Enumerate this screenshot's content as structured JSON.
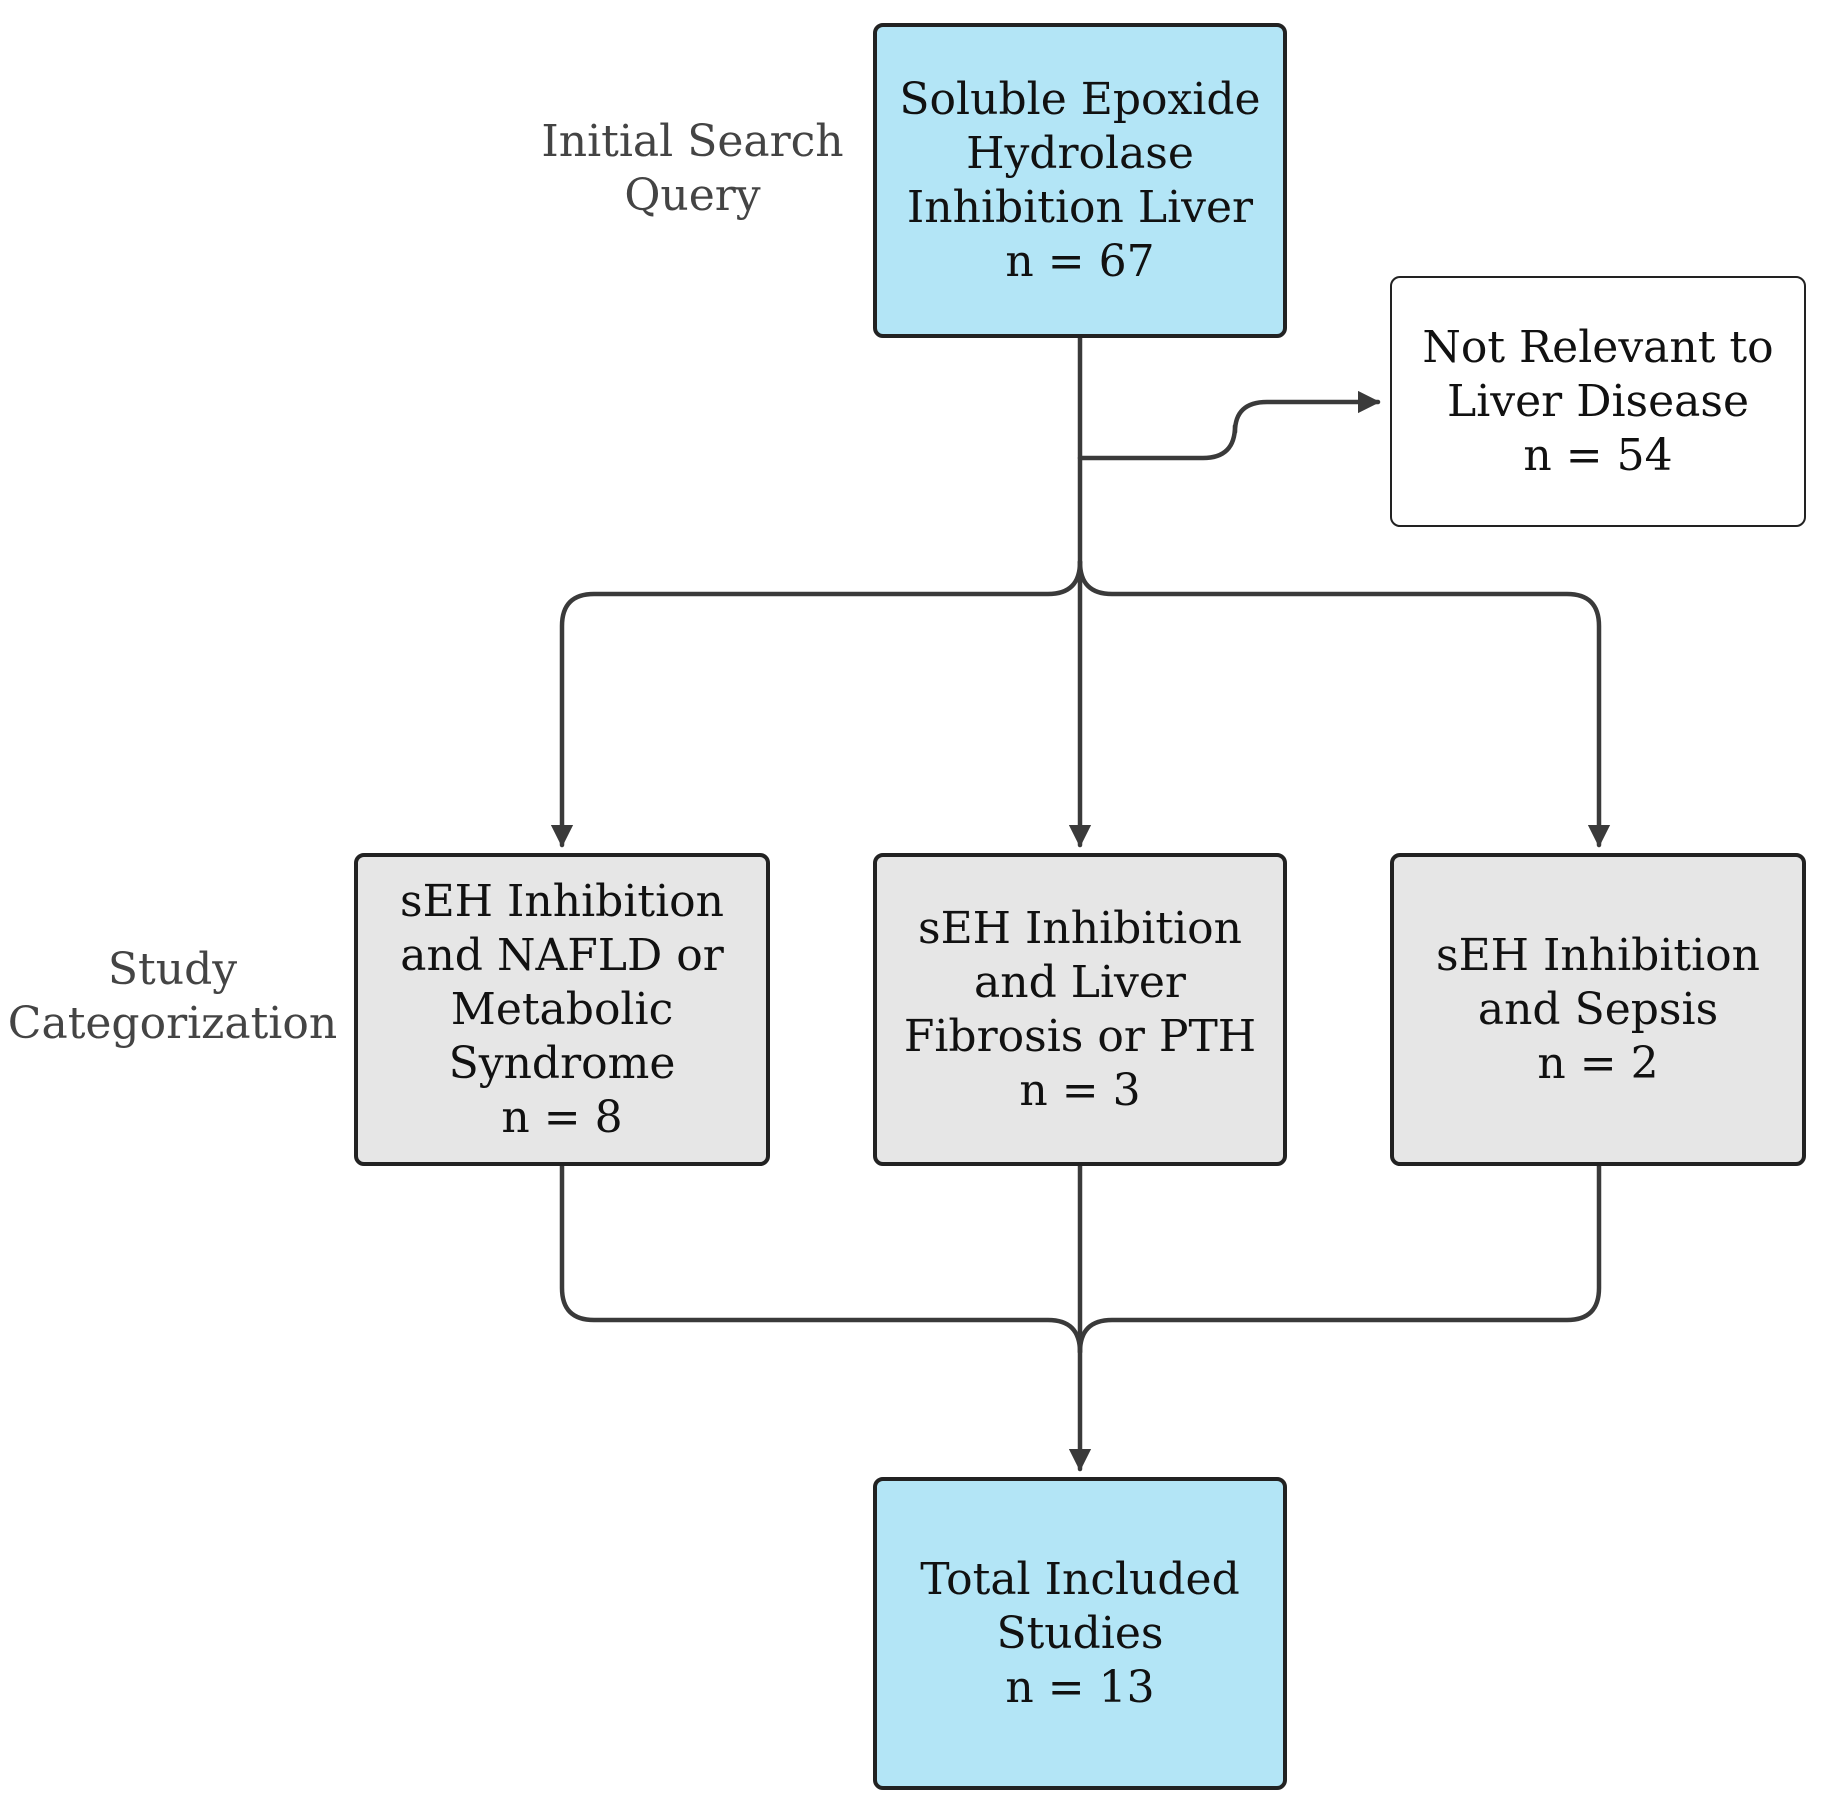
{
  "colors": {
    "highlight_fill": "#b3e5f6",
    "category_fill": "#e6e6e6",
    "excluded_fill": "#ffffff",
    "border": "#222222",
    "connector": "#3a3a3a",
    "side_label_text": "#444444"
  },
  "side_labels": {
    "initial_search": [
      "Initial Search",
      "Query"
    ],
    "study_categorization": [
      "Study",
      "Categorization"
    ]
  },
  "boxes": {
    "initial_query": {
      "lines": [
        "Soluble Epoxide",
        "Hydrolase",
        "Inhibition Liver"
      ],
      "count": "n = 67"
    },
    "not_relevant": {
      "lines": [
        "Not Relevant to",
        "Liver Disease"
      ],
      "count": "n = 54"
    },
    "nafld": {
      "lines": [
        "sEH Inhibition",
        "and NAFLD or",
        "Metabolic",
        "Syndrome"
      ],
      "count": "n = 8"
    },
    "fibrosis": {
      "lines": [
        "sEH Inhibition",
        "and Liver",
        "Fibrosis or PTH"
      ],
      "count": "n = 3"
    },
    "sepsis": {
      "lines": [
        "sEH Inhibition",
        "and Sepsis"
      ],
      "count": "n = 2"
    },
    "total": {
      "lines": [
        "Total Included",
        "Studies"
      ],
      "count": "n = 13"
    }
  }
}
